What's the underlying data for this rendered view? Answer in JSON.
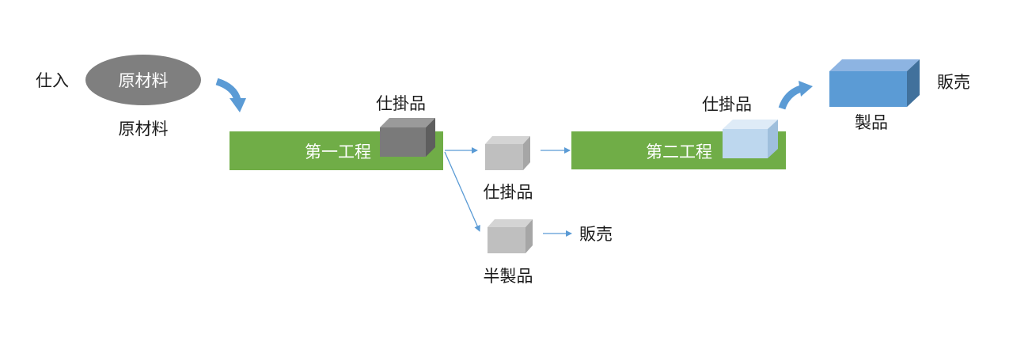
{
  "labels": {
    "purchase": "仕入",
    "raw_material_node": "原材料",
    "raw_material_caption": "原材料",
    "process1": "第一工程",
    "process1_wip": "仕掛品",
    "mid_wip": "仕掛品",
    "semi_product": "半製品",
    "semi_sale": "販売",
    "process2": "第二工程",
    "process2_wip": "仕掛品",
    "product": "製品",
    "final_sale": "販売"
  },
  "colors": {
    "green_bar": "#70ad47",
    "ellipse": "#7f7f7f",
    "wip1_cube": "#7a7a7a",
    "grey_cube": "#bfbfbf",
    "wip2_cube": "#bdd7ee",
    "product_cube": "#5b9bd5",
    "arrow": "#5b9bd5"
  }
}
